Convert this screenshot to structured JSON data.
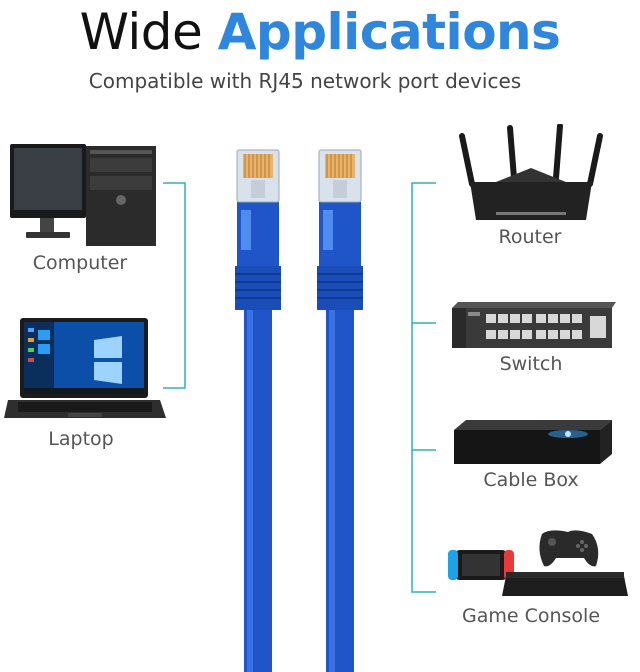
{
  "header": {
    "title_plain": "Wide",
    "title_accent": "Applications",
    "subtitle": "Compatible with RJ45 network port devices"
  },
  "devices_left": [
    {
      "name": "Computer",
      "icon": "desktop-computer-icon"
    },
    {
      "name": "Laptop",
      "icon": "laptop-icon"
    }
  ],
  "devices_right": [
    {
      "name": "Router",
      "icon": "router-icon"
    },
    {
      "name": "Switch",
      "icon": "network-switch-icon"
    },
    {
      "name": "Cable Box",
      "icon": "cable-box-icon"
    },
    {
      "name": "Game Console",
      "icon": "game-console-icon"
    }
  ],
  "colors": {
    "accent": "#2f86dd",
    "cable": "#1f55c8",
    "connector_line": "#2bb3b3"
  }
}
